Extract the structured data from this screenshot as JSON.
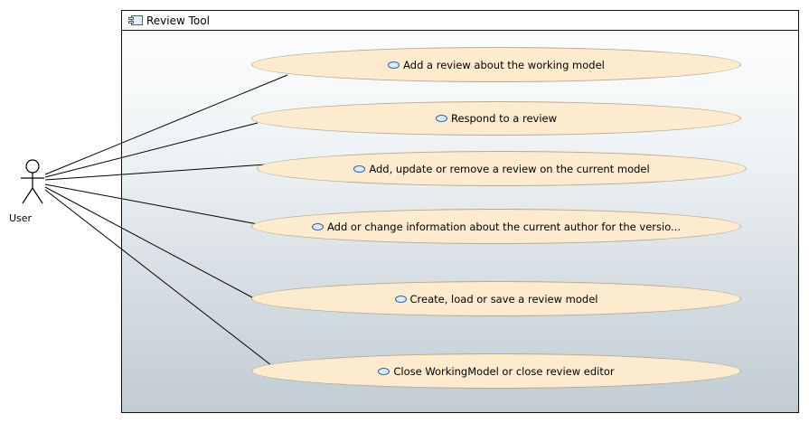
{
  "system": {
    "title": "Review Tool",
    "icon": "component-icon"
  },
  "actor": {
    "label": "User"
  },
  "use_cases": [
    {
      "label": "Add a review about the working model"
    },
    {
      "label": "Respond to a review"
    },
    {
      "label": "Add, update or remove a review on the current model"
    },
    {
      "label": "Add or change information about the current author for the versio..."
    },
    {
      "label": "Create, load or save a review model"
    },
    {
      "label": "Close  WorkingModel or close review editor"
    }
  ],
  "colors": {
    "use_case_fill": "#fdebcf",
    "use_case_border": "#b9a990",
    "frame_border": "#111111",
    "line": "#000000"
  }
}
